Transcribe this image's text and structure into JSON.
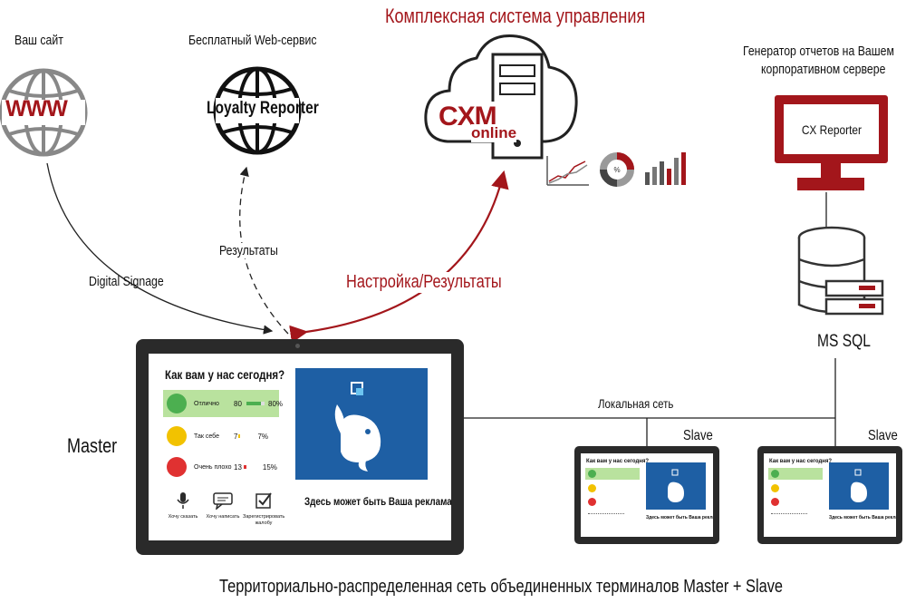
{
  "title_top": "Комплексная система управления",
  "your_site": {
    "label": "Ваш сайт",
    "logo": "WWW"
  },
  "web_service": {
    "label": "Бесплатный Web-сервис",
    "logo": "Loyalty Reporter"
  },
  "cxm": {
    "logo_main": "CXM",
    "logo_sub": "online"
  },
  "reporter": {
    "label_line1": "Генератор отчетов на Вашем",
    "label_line2": "корпоративном сервере",
    "screen_text": "CX Reporter"
  },
  "db": {
    "label": "MS SQL"
  },
  "arrows": {
    "digital_signage": "Digital Signage",
    "results": "Результаты",
    "settings_results": "Настройка/Результаты",
    "local_network": "Локальная сеть"
  },
  "master": {
    "label": "Master",
    "question": "Как вам у нас сегодня?",
    "options": [
      {
        "label": "Отлично",
        "count": "80",
        "percent": "80%",
        "share": 0.8,
        "color": "#4caf50"
      },
      {
        "label": "Так себе",
        "count": "7",
        "percent": "7%",
        "share": 0.07,
        "color": "#f2c200"
      },
      {
        "label": "Очень плохо",
        "count": "13",
        "percent": "15%",
        "share": 0.15,
        "color": "#e03131"
      }
    ],
    "actions": [
      "Хочу сказать",
      "Хочу написать",
      "Зарегистрировать жалобу"
    ],
    "ad_text": "Здесь может быть Ваша реклама"
  },
  "slave_label": "Slave",
  "bottom_caption": "Территориально-распределенная сеть объединенных терминалов Master + Slave",
  "colors": {
    "accent_red": "#a3161b",
    "ad_blue": "#1e5fa4",
    "icon_dark": "#2b2b2b"
  }
}
